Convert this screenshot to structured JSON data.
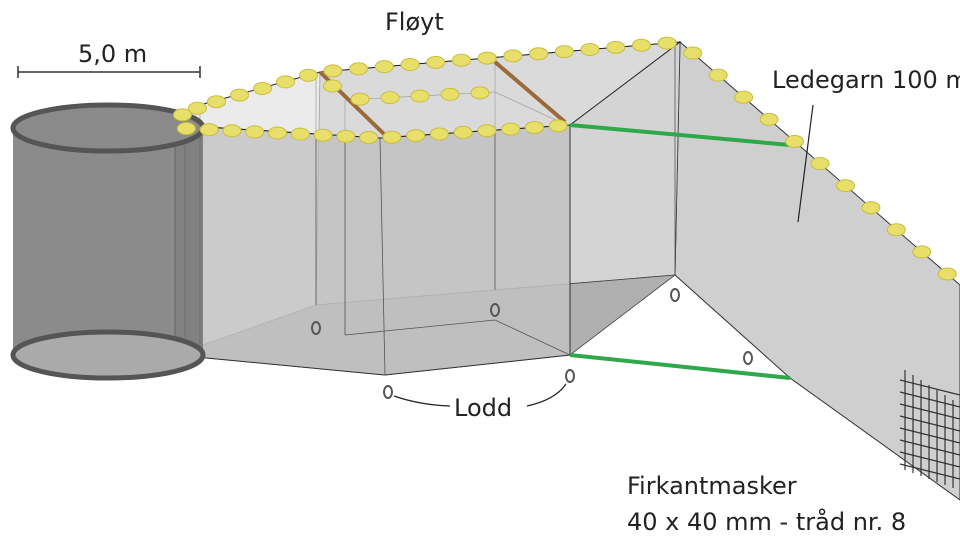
{
  "labels": {
    "scale": "5,0 m",
    "float": "Fløyt",
    "leader": "Ledegarn 100 m",
    "weight": "Lodd",
    "mesh_title": "Firkantmasker",
    "mesh_spec": "40 x 40 mm - tråd nr. 8"
  },
  "colors": {
    "float": "#e8df6a",
    "net": "#c9c9c9",
    "cylinder": "#6e6e6e",
    "green_rope": "#2fa84a",
    "brown_rope": "#9a6a3c"
  }
}
